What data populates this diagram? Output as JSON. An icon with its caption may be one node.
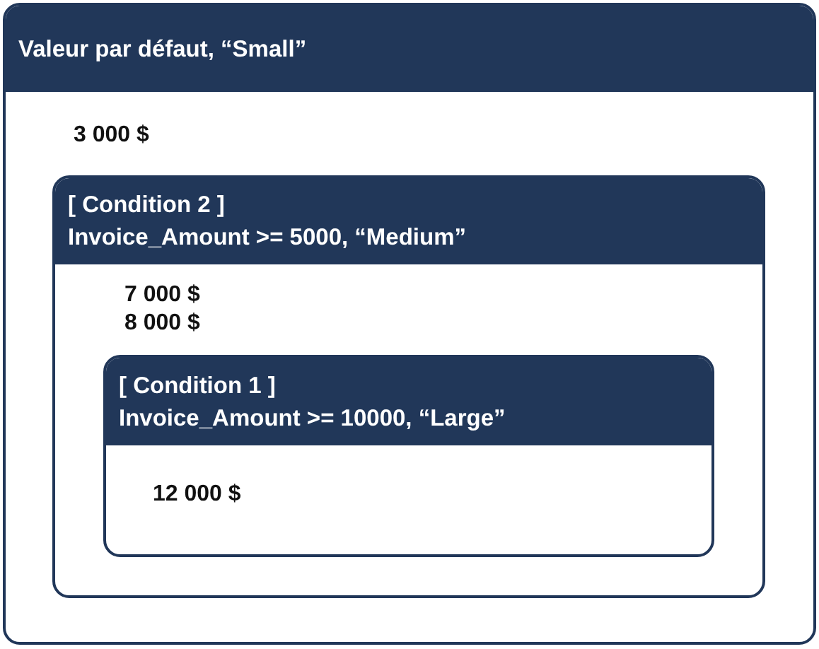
{
  "diagram": {
    "nodes": [
      {
        "text": [
          "Valeur par défaut, “Small”",
          "3 000 $"
        ]
      },
      {
        "text": [
          "[ Condition 2 ]",
          "Invoice_Amount >= 5000, “Medium”",
          "7 000 $",
          "8 000 $"
        ],
        "in": 0
      },
      {
        "text": [
          "[ Condition 1 ]",
          "Invoice_Amount >= 10000, “Large”",
          "12 000 $"
        ],
        "in": 1
      }
    ]
  }
}
